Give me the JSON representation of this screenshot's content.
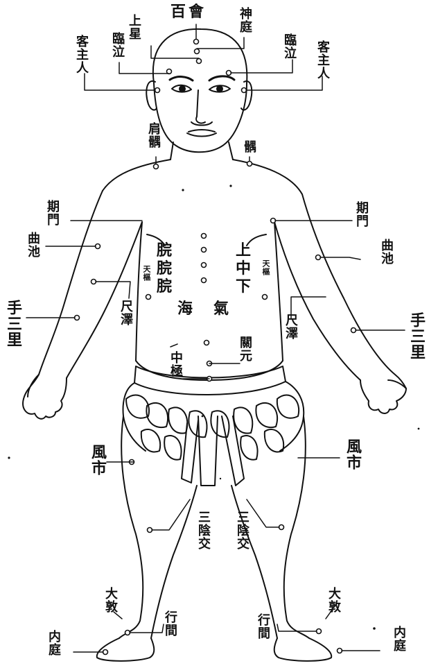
{
  "labels": {
    "baihui": "百會",
    "shenting": "神庭",
    "shangxing": "上星",
    "linqi_left": "臨泣",
    "linqi_right": "臨泣",
    "kezhuren_left": "客主人",
    "kezhuren_right": "客主人",
    "jianyu_left": "肩髃",
    "jianyu_right": "髃",
    "qimen_left": "期門",
    "qimen_right": "期門",
    "quchi_left": "曲池",
    "quchi_right": "曲池",
    "shousanli_left": "手三里",
    "shousanli_right": "手三里",
    "chize_left": "尺澤",
    "chize_right": "尺澤",
    "tianshu_left": "天樞",
    "tianshu_right": "天樞",
    "wan_col1": "脘",
    "wan_col2": "脘",
    "wan_col3": "脘",
    "shang": "上",
    "zhong": "中",
    "xia": "下",
    "hai": "海",
    "qi": "氣",
    "guanyuan": "關元",
    "zhongji": "中極",
    "fengshi_left": "風市",
    "fengshi_right": "風市",
    "sanyinjiao_left": "三陰交",
    "sanyinjiao_right": "三陰交",
    "dadun_left": "大敦",
    "dadun_right": "大敦",
    "xingjian_left": "行間",
    "xingjian_right": "行間",
    "neiting_left": "内庭",
    "neiting_right": "内庭"
  },
  "colors": {
    "ink": "#111111",
    "paper": "#ffffff"
  }
}
